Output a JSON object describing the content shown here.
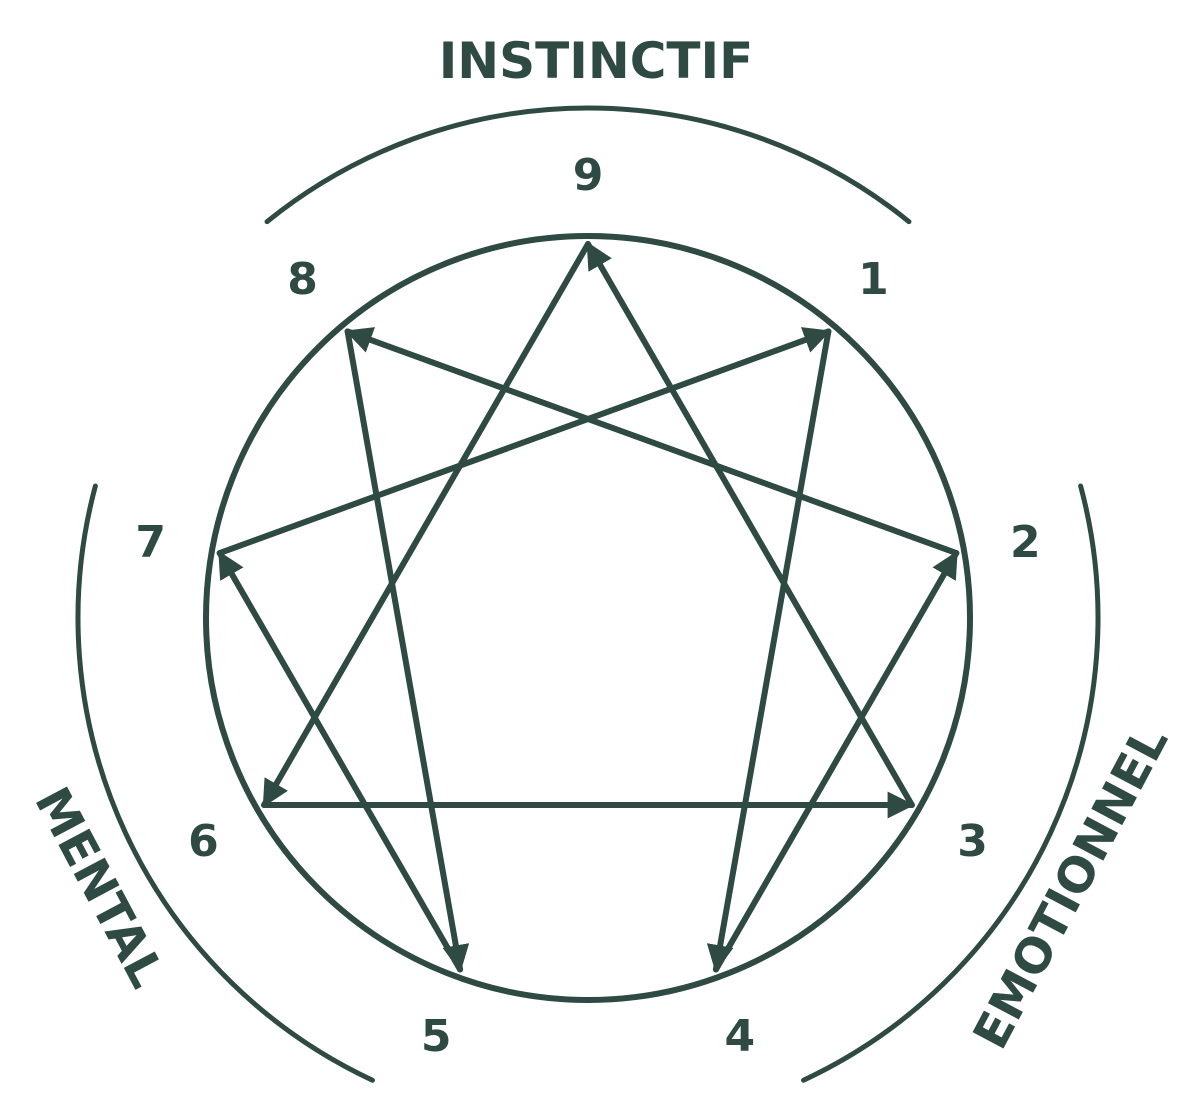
{
  "colors": {
    "ink": "#2e4a43",
    "background": "#ffffff"
  },
  "centers": {
    "top": "INSTINCTIF",
    "left": "MENTAL",
    "right": "EMOTIONNEL"
  },
  "types": [
    "9",
    "1",
    "2",
    "3",
    "4",
    "5",
    "6",
    "7",
    "8"
  ],
  "arrows": [
    [
      1,
      4
    ],
    [
      4,
      2
    ],
    [
      2,
      8
    ],
    [
      8,
      5
    ],
    [
      5,
      7
    ],
    [
      7,
      1
    ],
    [
      9,
      6
    ],
    [
      6,
      3
    ],
    [
      3,
      9
    ]
  ]
}
